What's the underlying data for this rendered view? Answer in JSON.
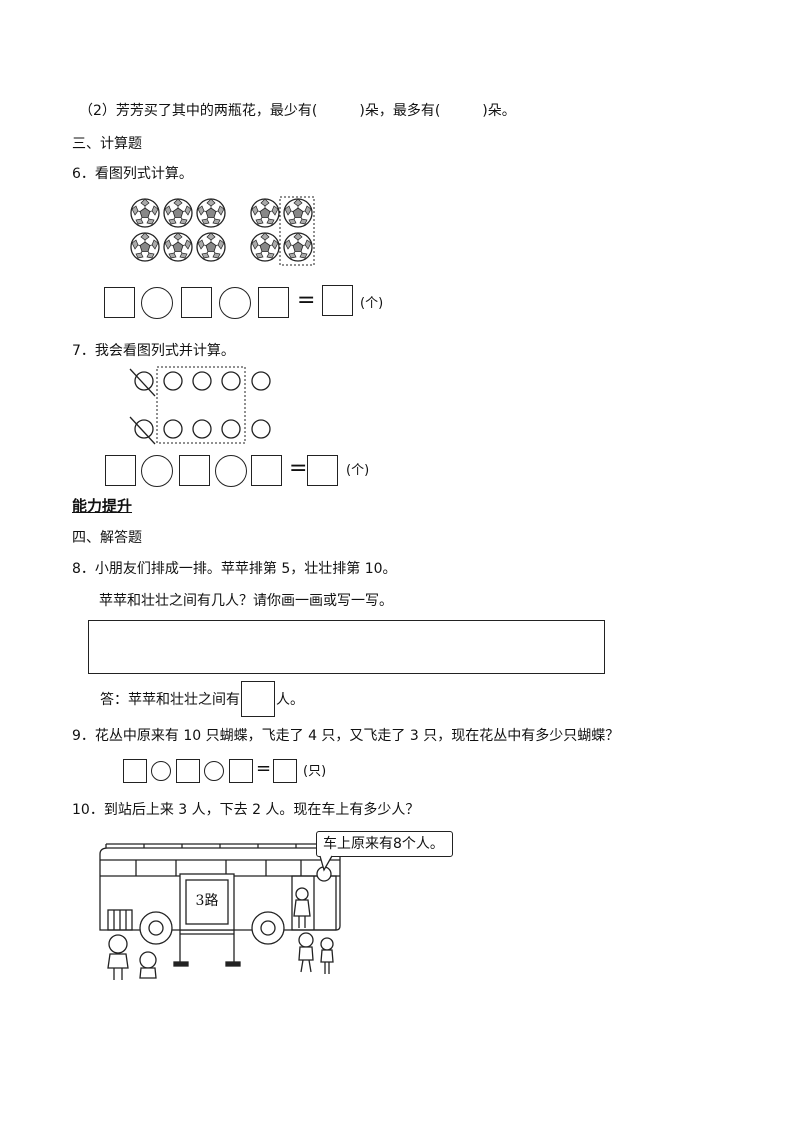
{
  "q5_part2": "（2）芳芳买了其中的两瓶花，最少有(　　　)朵，最多有(　　　)朵。",
  "section3": "三、计算题",
  "q6": {
    "prompt": "6．看图列式计算。",
    "unit": "(个)"
  },
  "q7": {
    "prompt": "7．我会看图列式并计算。",
    "unit": "(个)"
  },
  "ability_heading": "能力提升",
  "section4": "四、解答题",
  "q8": {
    "prompt": "8．小朋友们排成一排。苹苹排第 5，壮壮排第 10。",
    "sub": "苹苹和壮壮之间有几人？请你画一画或写一写。",
    "answer_prefix": "答：苹苹和壮壮之间有",
    "answer_suffix": "人。"
  },
  "q9": {
    "prompt": "9．花丛中原来有 10 只蝴蝶，飞走了 4 只，又飞走了 3 只，现在花丛中有多少只蝴蝶？",
    "unit": "(只)"
  },
  "q10": {
    "prompt": "10．到站后上来 3 人，下去 2 人。现在车上有多少人？",
    "speech": "车上原来有8个人。",
    "bus_sign": "3路"
  },
  "equals": "="
}
